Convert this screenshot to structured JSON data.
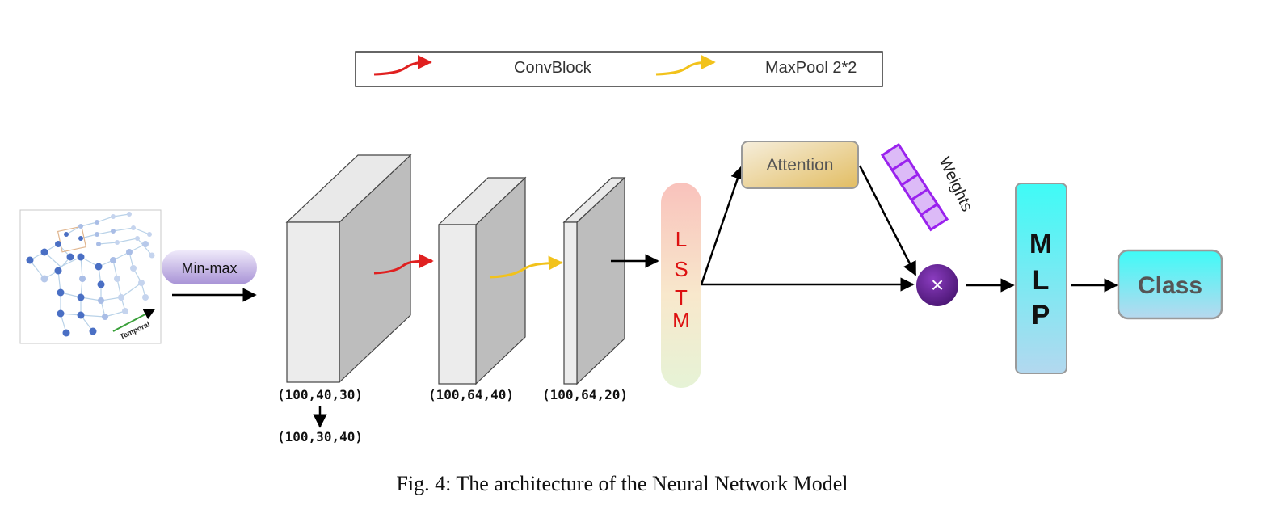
{
  "legend": {
    "items": [
      {
        "label": "ConvBlock",
        "color": "#e02020"
      },
      {
        "label": "MaxPool 2*2",
        "color": "#f2c21b"
      }
    ]
  },
  "input": {
    "temporal_label": "Temporal"
  },
  "normalization": {
    "label": "Min-max"
  },
  "blocks": [
    {
      "shape": "(100,40,30)",
      "reshape": "(100,30,40)"
    },
    {
      "shape": "(100,64,40)"
    },
    {
      "shape": "(100,64,20)"
    }
  ],
  "lstm": {
    "letters": [
      "L",
      "S",
      "T",
      "M"
    ],
    "color": "#dd1111"
  },
  "attention": {
    "label": "Attention"
  },
  "weights": {
    "label": "Weights",
    "color": "#9a22ee"
  },
  "multiply": {
    "symbol": "×"
  },
  "mlp": {
    "letters": [
      "M",
      "L",
      "P"
    ]
  },
  "output": {
    "label": "Class"
  },
  "caption": "Fig. 4: The architecture of the Neural Network Model"
}
